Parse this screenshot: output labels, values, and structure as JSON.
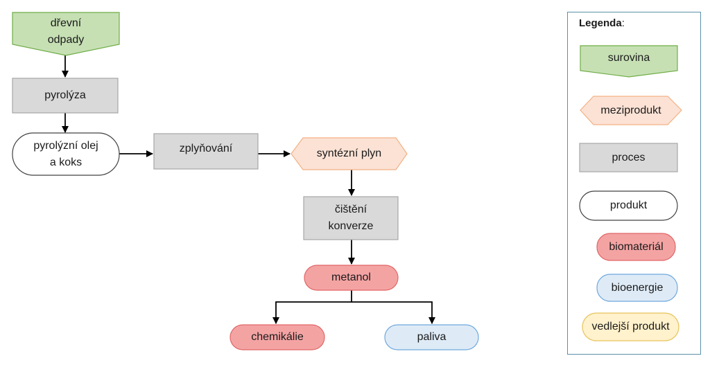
{
  "colors": {
    "surovina_fill": "#c6e0b4",
    "surovina_stroke": "#70ad47",
    "meziprodukt_fill": "#fbe2d5",
    "meziprodukt_stroke": "#f4b183",
    "proces_fill": "#d9d9d9",
    "proces_stroke": "#a6a6a6",
    "produkt_fill": "#ffffff",
    "produkt_stroke": "#404040",
    "biomaterial_fill": "#f4a3a3",
    "biomaterial_stroke": "#e06666",
    "bioenergie_fill": "#deebf7",
    "bioenergie_stroke": "#6fa8dc",
    "vedlejsi_fill": "#fff2cc",
    "vedlejsi_stroke": "#e6c35c",
    "legend_border": "#5b8fa8"
  },
  "nodes": {
    "drevni_odpady": "dřevní\nodpady",
    "pyrolyza": "pyrolýza",
    "pyrolyzni_olej": "pyrolýzní olej\na koks",
    "zplynovani": "zplyňování",
    "synt_plyn": "syntézní plyn",
    "cisteni": "čištění\nkonverze",
    "metanol": "metanol",
    "chemikalie": "chemikálie",
    "paliva": "paliva"
  },
  "legend": {
    "title": "Legenda",
    "title_suffix": ":",
    "surovina": "surovina",
    "meziprodukt": "meziprodukt",
    "proces": "proces",
    "produkt": "produkt",
    "biomaterial": "biomateriál",
    "bioenergie": "bioenergie",
    "vedlejsi": "vedlejší produkt"
  }
}
